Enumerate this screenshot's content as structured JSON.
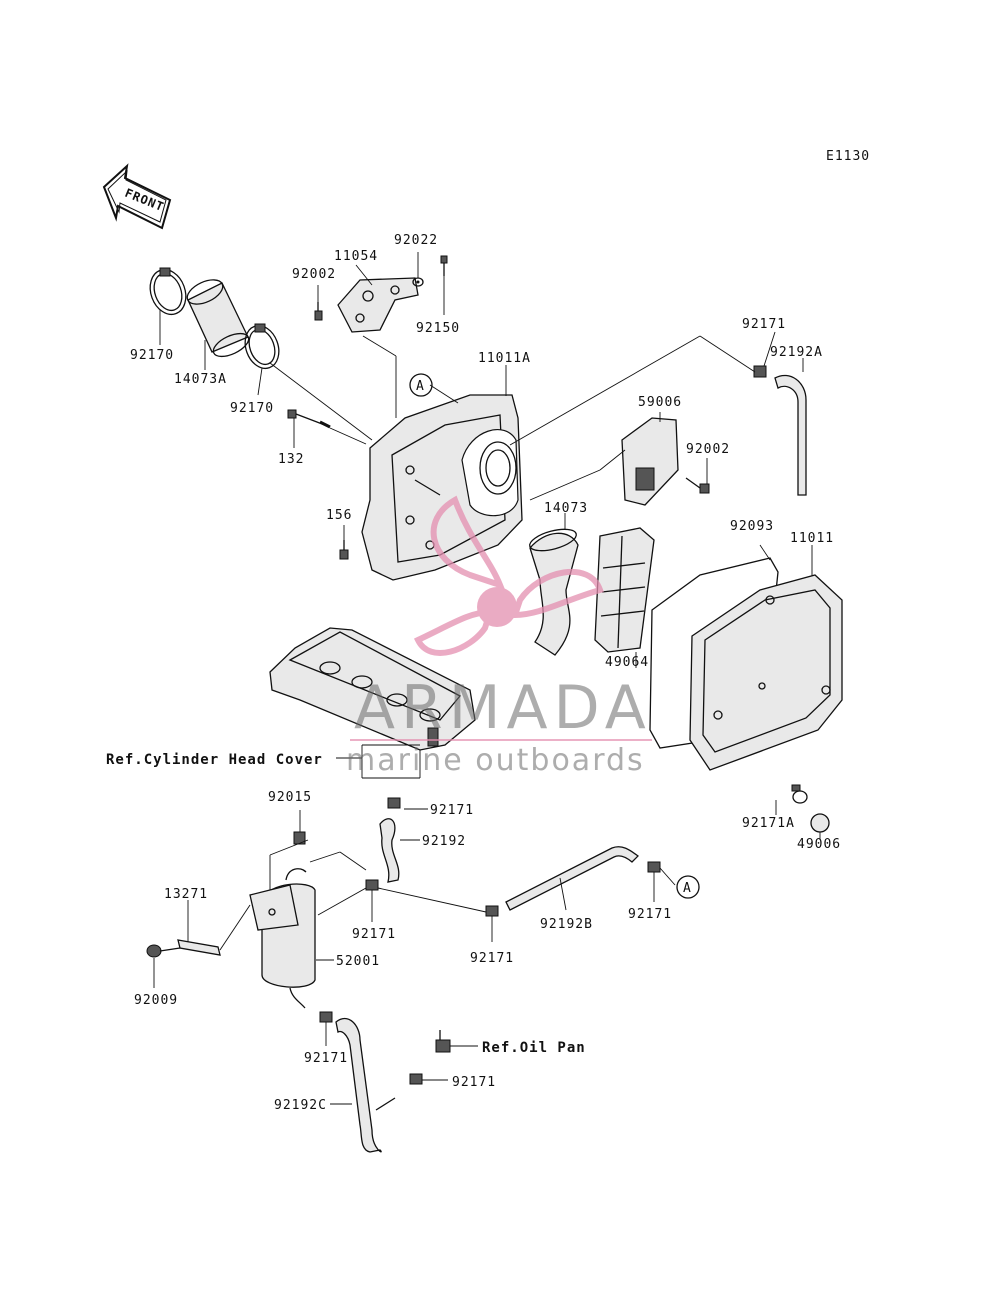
{
  "diagram_code": "E1130",
  "front_label": "FRONT",
  "callout_a": "A",
  "labels": {
    "p92170_top": "92170",
    "p14073A": "14073A",
    "p92170_mid": "92170",
    "p92002_top": "92002",
    "p11054": "11054",
    "p92022": "92022",
    "p92150": "92150",
    "p11011A": "11011A",
    "p132": "132",
    "p156": "156",
    "p92171_tr": "92171",
    "p92192A": "92192A",
    "p59006": "59006",
    "p92002_r": "92002",
    "p14073": "14073",
    "p92093": "92093",
    "p11011": "11011",
    "p49064": "49064",
    "p92171A": "92171A",
    "p49006": "49006",
    "p92015": "92015",
    "p92171_a": "92171",
    "p92192": "92192",
    "p13271": "13271",
    "p92171_b": "92171",
    "p52001": "52001",
    "p92009": "92009",
    "p92171_c": "92171",
    "p92192B": "92192B",
    "p92171_d": "92171",
    "p92171_e": "92171",
    "p92171_f": "92171",
    "p92192C": "92192C"
  },
  "refs": {
    "cylinder_head_cover": "Ref.Cylinder Head Cover",
    "oil_pan": "Ref.Oil Pan"
  },
  "watermark": {
    "brand": "ARMADA",
    "tagline": "marine outboards",
    "pink": "#e48fb0",
    "grey": "#6b6b6b"
  }
}
